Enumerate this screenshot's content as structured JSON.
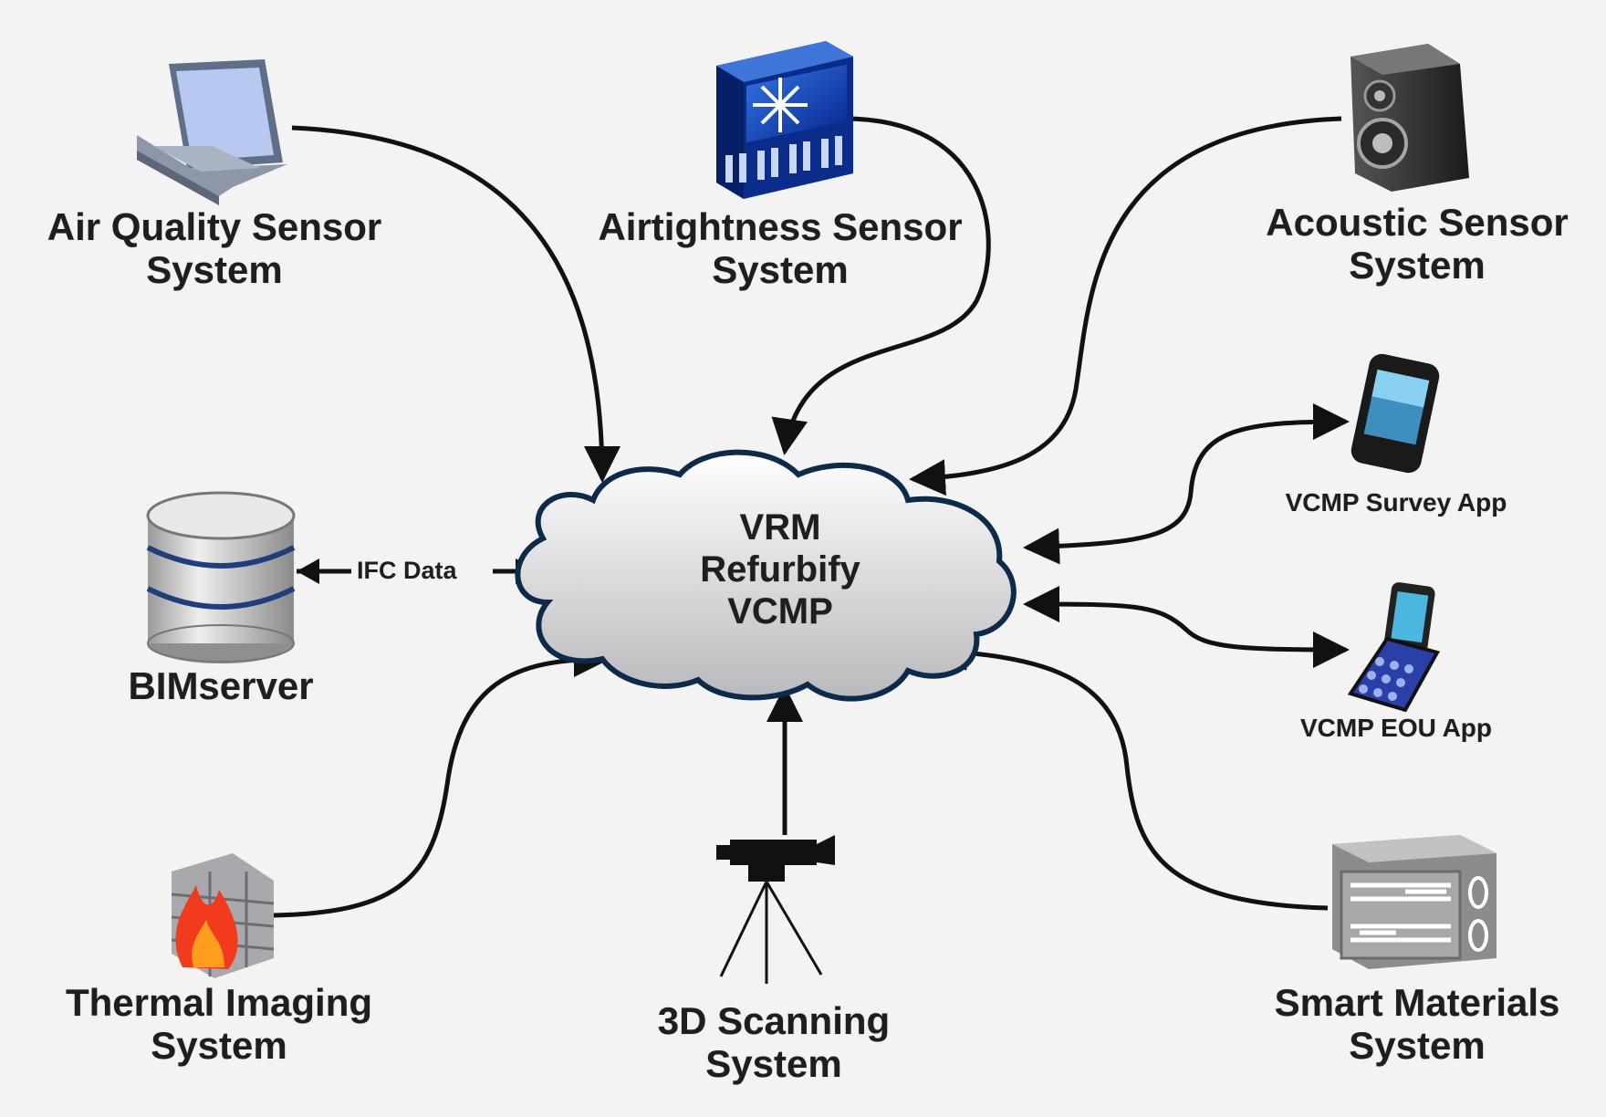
{
  "nodes": {
    "air_quality": {
      "line1": "Air Quality Sensor",
      "line2": "System",
      "icon": "laptop-icon"
    },
    "airtightness": {
      "line1": "Airtightness Sensor",
      "line2": "System",
      "icon": "network-switch-icon"
    },
    "acoustic": {
      "line1": "Acoustic Sensor",
      "line2": "System",
      "icon": "speaker-icon"
    },
    "survey_app": {
      "line1": "VCMP Survey App",
      "icon": "smartphone-icon"
    },
    "eou_app": {
      "line1": "VCMP EOU App",
      "icon": "flip-phone-icon"
    },
    "bimserver": {
      "line1": "BIMserver",
      "icon": "database-icon"
    },
    "thermal": {
      "line1": "Thermal Imaging",
      "line2": "System",
      "icon": "firewall-icon"
    },
    "scanning": {
      "line1": "3D Scanning",
      "line2": "System",
      "icon": "tripod-camera-icon"
    },
    "smart_materials": {
      "line1": "Smart Materials",
      "line2": "System",
      "icon": "heat-exchanger-icon"
    }
  },
  "hub": {
    "line1": "VRM",
    "line2": "Refurbify",
    "line3": "VCMP",
    "icon": "cloud-icon"
  },
  "edges": {
    "ifc_label": "IFC Data"
  }
}
